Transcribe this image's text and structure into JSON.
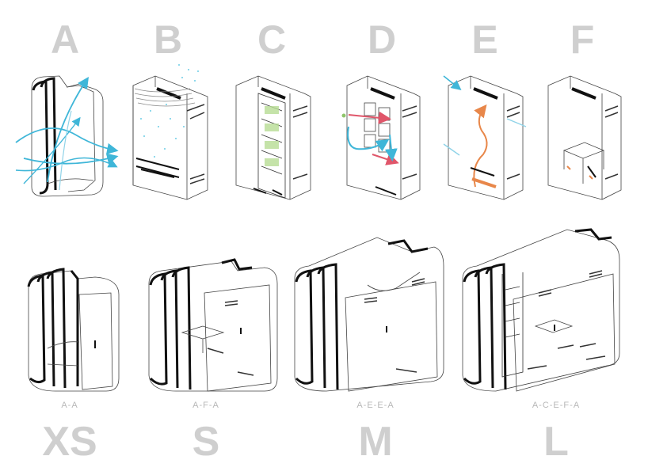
{
  "modules": [
    {
      "letter": "A"
    },
    {
      "letter": "B"
    },
    {
      "letter": "C"
    },
    {
      "letter": "D"
    },
    {
      "letter": "E"
    },
    {
      "letter": "F"
    }
  ],
  "configurations": [
    {
      "size": "XS",
      "combination": "A-A"
    },
    {
      "size": "S",
      "combination": "A-F-A"
    },
    {
      "size": "M",
      "combination": "A-E-E-A"
    },
    {
      "size": "L",
      "combination": "A-C-E-F-A"
    }
  ],
  "colors": {
    "label": "#cfcfcf",
    "combo_label": "#b8b8b8",
    "outline": "#111111",
    "thin_line": "#444444",
    "airflow_blue": "#3fb6d8",
    "heat_red": "#e0566a",
    "heat_orange": "#e8874a",
    "plant_green": "#8fc56b"
  }
}
